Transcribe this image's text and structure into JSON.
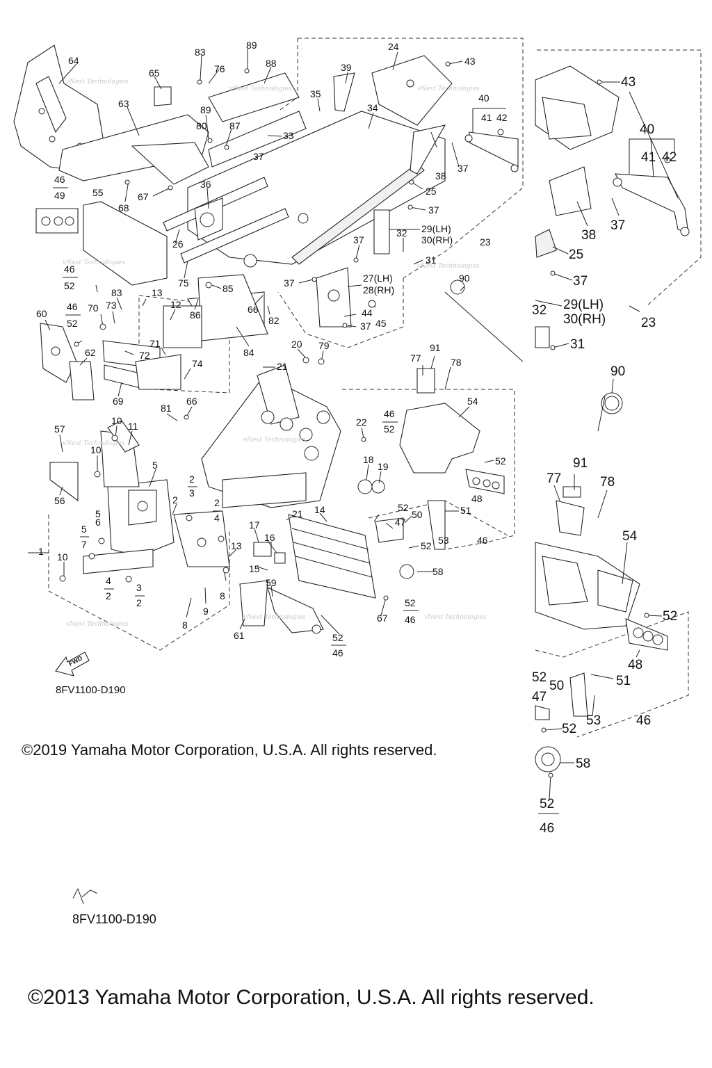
{
  "diagram": {
    "code_primary": "8FV1100-D190",
    "code_secondary": "8FV1100-D190",
    "fwd_label": "FWD",
    "watermark": "vNext Technologies",
    "copyright_primary": "©2019 Yamaha Motor Corporation, U.S.A. All rights reserved.",
    "copyright_secondary": "©2013 Yamaha Motor Corporation, U.S.A. All rights reserved.",
    "labels": {
      "l64": "64",
      "l65": "65",
      "l63": "63",
      "l46a": "46",
      "l49": "49",
      "l55": "55",
      "l68": "68",
      "l67a": "67",
      "l83a": "83",
      "l76": "76",
      "l89a": "89",
      "l88": "88",
      "l89b": "89",
      "l80": "80",
      "l87": "87",
      "l33": "33",
      "l37a": "37",
      "l36": "36",
      "l26": "26",
      "l75": "75",
      "l85": "85",
      "l86": "86",
      "l84": "84",
      "l66a": "66",
      "l82": "82",
      "l12": "12",
      "l13a": "13",
      "l46b": "46",
      "l52a": "52",
      "l83b": "83",
      "l60": "60",
      "l46c": "46",
      "l52b": "52",
      "l70": "70",
      "l73": "73",
      "l62": "62",
      "l72": "72",
      "l71": "71",
      "l74": "74",
      "l69": "69",
      "l81": "81",
      "l66b": "66",
      "l57": "57",
      "l10a": "10",
      "l11": "11",
      "l10b": "10",
      "l56": "56",
      "l5a": "5",
      "l2a": "2",
      "l3a": "3",
      "l2b": "2",
      "l2c": "2",
      "l4a": "4",
      "l5b": "5",
      "l6": "6",
      "l7": "7",
      "l1": "1",
      "l10c": "10",
      "l4b": "4",
      "l2d": "2",
      "l3b": "3",
      "l2e": "2",
      "l13b": "13",
      "l8a": "8",
      "l9": "9",
      "l8b": "8",
      "l24": "24",
      "l43a": "43",
      "l39": "39",
      "l35": "35",
      "l34": "34",
      "l40a": "40",
      "l41a": "41",
      "l42a": "42",
      "l38a": "38",
      "l37b": "37",
      "l25a": "25",
      "l37c": "37",
      "l32": "32",
      "l29a": "29(LH)",
      "l30a": "30(RH)",
      "l23a": "23",
      "l37d": "37",
      "l31a": "31",
      "l37e": "37",
      "l27": "27(LH)",
      "l28": "28(RH)",
      "l44": "44",
      "l45": "45",
      "l37f": "37",
      "l90a": "90",
      "l20": "20",
      "l79": "79",
      "l21a": "21",
      "l22": "22",
      "l18": "18",
      "l19": "19",
      "l77a": "77",
      "l91a": "91",
      "l78a": "78",
      "l54a": "54",
      "l46d": "46",
      "l52c": "52",
      "l52d": "52",
      "l48a": "48",
      "l17": "17",
      "l21b": "21",
      "l14": "14",
      "l16": "16",
      "l15": "15",
      "l52e": "52",
      "l47a": "47",
      "l50a": "50",
      "l51a": "51",
      "l53a": "53",
      "l52f": "52",
      "l46e": "46",
      "l58a": "58",
      "l59": "59",
      "l61": "61",
      "l52g": "52",
      "l46f": "46",
      "l67b": "67",
      "l52h": "52",
      "l46g": "46",
      "r43": "43",
      "r40": "40",
      "r41": "41",
      "r42": "42",
      "r38": "38",
      "r37a": "37",
      "r25": "25",
      "r37b": "37",
      "r82": "32",
      "r29": "29(LH)",
      "r30": "30(RH)",
      "r23": "23",
      "r31": "31",
      "r90": "90",
      "r91": "91",
      "r77": "77",
      "r78": "78",
      "r54": "54",
      "r52a": "52",
      "r48": "48",
      "r52b": "52",
      "r50": "50",
      "r51": "51",
      "r47": "47",
      "r53": "53",
      "r46a": "46",
      "r52c": "52",
      "r58": "58",
      "r52d": "52",
      "r46b": "46"
    }
  }
}
